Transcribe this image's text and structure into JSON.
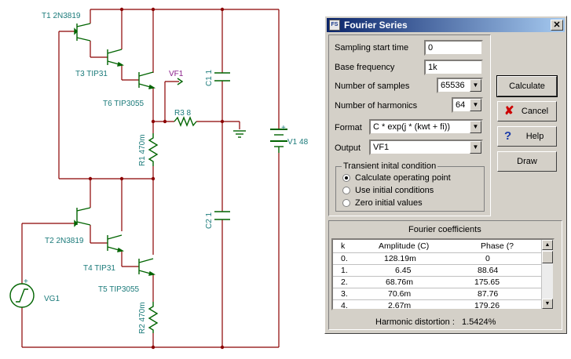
{
  "schematic": {
    "labels": {
      "t1": "T1 2N3819",
      "t3": "T3 TIP31",
      "t6": "T6 TIP3055",
      "vf1": "VF1",
      "c11": "C1 1",
      "r3": "R3 8",
      "r1": "R1 470m",
      "v1": "V1 48",
      "t2": "T2 2N3819",
      "t4": "T4 TIP31",
      "t5": "T5 TIP3055",
      "vg1": "VG1",
      "c21": "C2 1",
      "r2": "R2 470m",
      "plus_v1": "+",
      "plus_vg1": "+"
    }
  },
  "dialog": {
    "title": "Fourier Series",
    "icon_label": "FS",
    "close_glyph": "✕",
    "fields": {
      "sampling_start_time": {
        "label": "Sampling start time",
        "value": "0"
      },
      "base_frequency": {
        "label": "Base frequency",
        "value": "1k"
      },
      "number_of_samples": {
        "label": "Number of samples",
        "value": "65536"
      },
      "number_of_harmonics": {
        "label": "Number of harmonics",
        "value": "64"
      },
      "format": {
        "label": "Format",
        "value": "C * exp(j * (kwt + fi))"
      },
      "output": {
        "label": "Output",
        "value": "VF1"
      }
    },
    "transient": {
      "title": "Transient inital condition",
      "options": [
        {
          "label": "Calculate operating point",
          "selected": true
        },
        {
          "label": "Use initial conditions",
          "selected": false
        },
        {
          "label": "Zero initial values",
          "selected": false
        }
      ]
    },
    "buttons": {
      "calculate": "Calculate",
      "cancel": "Cancel",
      "help": "Help",
      "draw": "Draw",
      "cancel_icon": "✘",
      "help_icon": "?"
    },
    "coefficients": {
      "title": "Fourier coefficients",
      "headers": [
        "k",
        "Amplitude (C)",
        "Phase (?"
      ],
      "rows": [
        [
          "0.",
          "128.19m",
          "0"
        ],
        [
          "1.",
          "6.45",
          "88.64"
        ],
        [
          "2.",
          "68.76m",
          "175.65"
        ],
        [
          "3.",
          "70.6m",
          "87.76"
        ],
        [
          "4.",
          "2.67m",
          "179.26"
        ]
      ],
      "distortion_label": "Harmonic distortion :",
      "distortion_value": "1.5424%"
    }
  },
  "colors": {
    "wire": "#8b0000",
    "component": "#006400",
    "label": "#1a7a7a",
    "titlebar_start": "#0a246a",
    "titlebar_end": "#a6caf0",
    "dialog_face": "#d4d0c8",
    "cancel_icon": "#cc0000",
    "help_icon": "#1a3aa8"
  }
}
